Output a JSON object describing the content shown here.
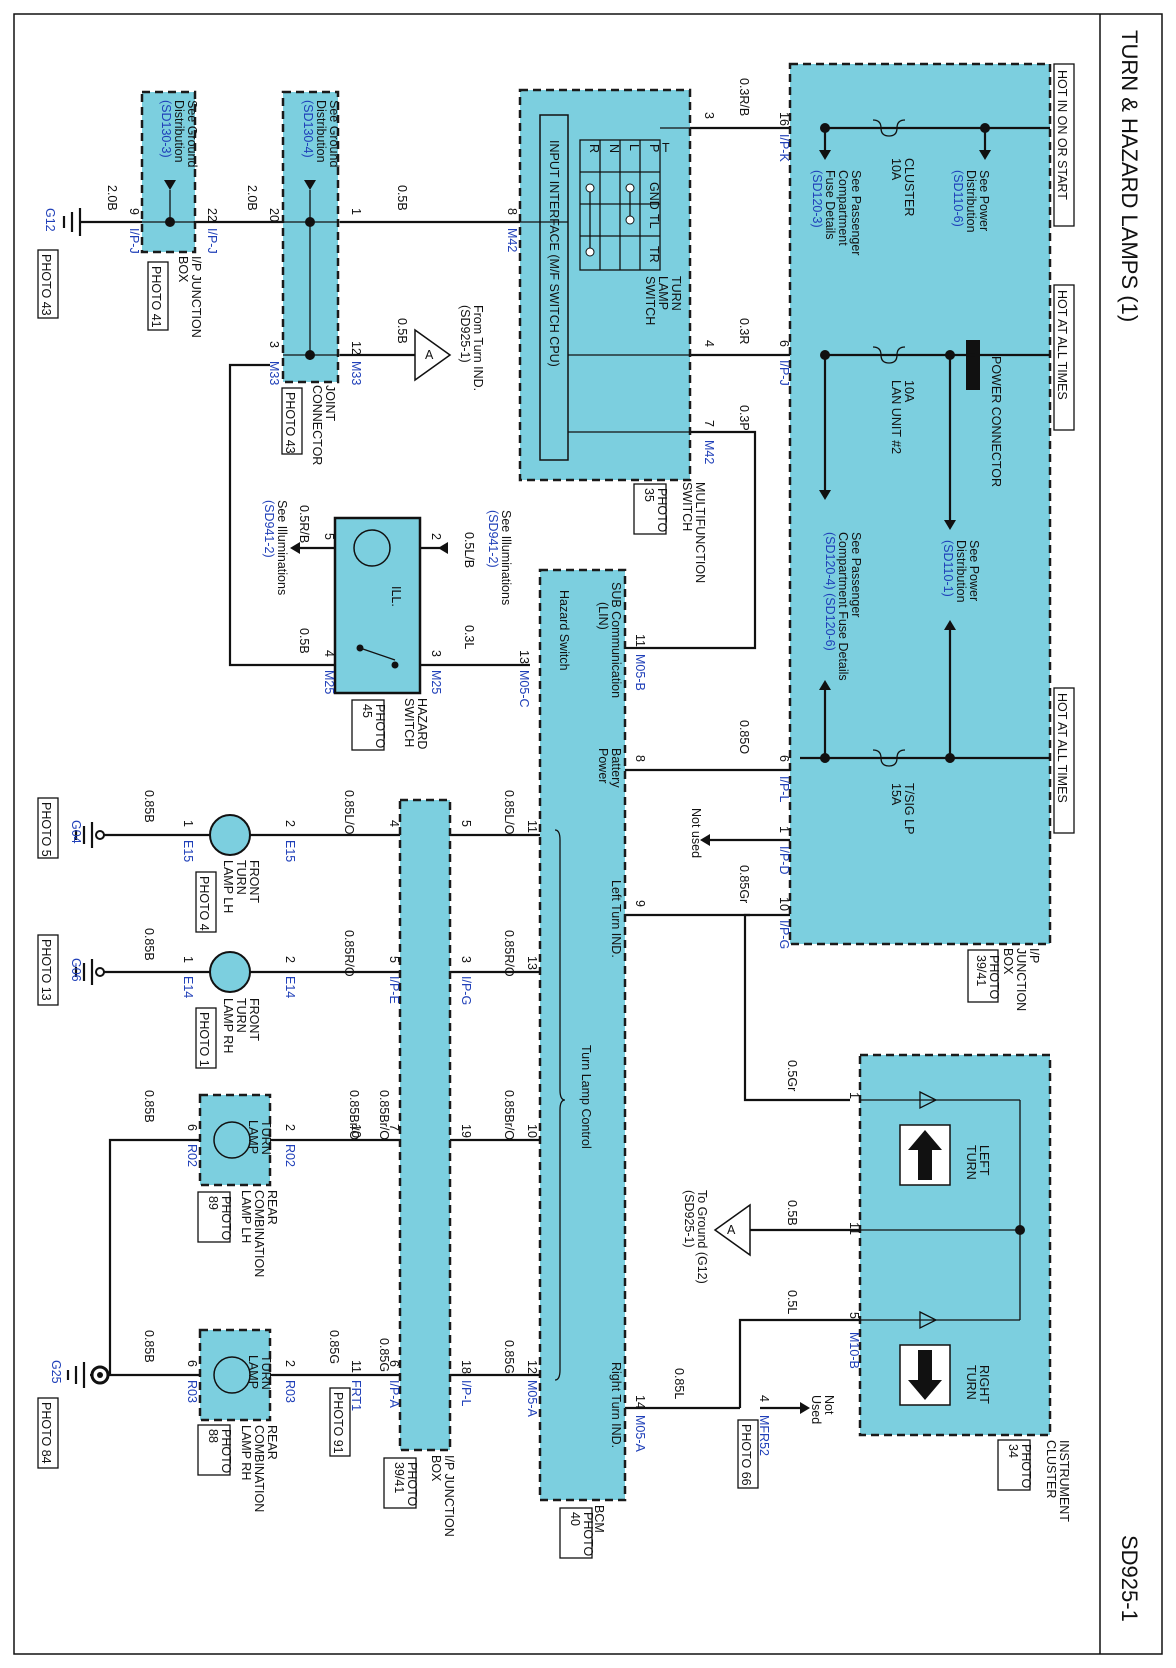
{
  "page": {
    "title": "TURN & HAZARD LAMPS (1)",
    "code": "SD925-1"
  },
  "power": {
    "hot_run": "HOT IN ON OR START",
    "hot_always_1": "HOT AT ALL TIMES",
    "hot_always_2": "HOT AT ALL TIMES",
    "power_connector": "POWER CONNECTOR",
    "see_power_1": [
      "See Power",
      "Distribution",
      "(SD110-6)"
    ],
    "see_power_2": [
      "See Power",
      "Distribution",
      "(SD110-1)"
    ],
    "see_passenger_1": [
      "See Passenger",
      "Compartment",
      "Fuse Details",
      "(SD120-3)"
    ],
    "see_passenger_2": [
      "See Passenger",
      "Compartment Fuse Details",
      "(SD120-4) (SD120-6)"
    ]
  },
  "fuses": [
    {
      "name": "CLUSTER",
      "rating": "10A"
    },
    {
      "name": "LAN UNIT #2",
      "rating": "10A"
    },
    {
      "name": "T/SIG LP",
      "rating": "15A"
    }
  ],
  "components": {
    "ipjb": [
      "I/P",
      "JUNCTION",
      "BOX"
    ],
    "ipjb_photo": [
      "PHOTO",
      "39/41"
    ],
    "cluster": [
      "INSTRUMENT",
      "CLUSTER"
    ],
    "cluster_photo": [
      "PHOTO",
      "34"
    ],
    "left_turn": [
      "LEFT",
      "TURN"
    ],
    "right_turn": [
      "RIGHT",
      "TURN"
    ],
    "mfs": [
      "MULTIFUNCTION",
      "SWITCH"
    ],
    "mfs_photo": [
      "PHOTO",
      "35"
    ],
    "turn_lamp_switch": [
      "TURN",
      "LAMP",
      "SWITCH"
    ],
    "input_interface": "INPUT INTERFACE (M/F SWITCH CPU)",
    "switch_table": {
      "headers": [
        "",
        "GND",
        "TL",
        "TR"
      ],
      "rows": [
        "P",
        "L",
        "N",
        "R"
      ],
      "corner": "T"
    },
    "bcm": "BCM",
    "bcm_photo": [
      "PHOTO",
      "40"
    ],
    "bcm_labels": {
      "sub_comm": [
        "SUB Communication",
        "(LIN)"
      ],
      "hazard": "Hazard Switch",
      "battery": [
        "Battery",
        "Power"
      ],
      "left_ind": "Left Turn IND.",
      "control": "Turn Lamp Control",
      "right_ind": "Right Turn IND."
    },
    "hazard_switch": [
      "HAZARD",
      "SWITCH"
    ],
    "hazard_photo": [
      "PHOTO",
      "45"
    ],
    "ill": "ILL.",
    "see_illum_1": [
      "See Illuminations",
      "(SD941-2)"
    ],
    "see_illum_2": [
      "See Illuminations",
      "(SD941-2)"
    ],
    "joint_connector": [
      "JOINT",
      "CONNECTOR"
    ],
    "joint_photo": "PHOTO 43",
    "ipjb_ground_box": [
      "I/P JUNCTION",
      "BOX"
    ],
    "ipjb_ground_photo": "PHOTO 41",
    "see_ground_1": [
      "See Ground",
      "Distribution",
      "(SD130-3)"
    ],
    "see_ground_2": [
      "See Ground",
      "Distribution",
      "(SD130-4)"
    ],
    "from_turn": [
      "From Turn IND.",
      "(SD925-1)"
    ],
    "to_ground": [
      "To Ground (G12)",
      "(SD925-1)"
    ],
    "not_used_1": "Not used",
    "not_used_2": [
      "Not",
      "Used"
    ],
    "ipjb2": [
      "I/P JUNCTION",
      "BOX"
    ],
    "ipjb2_photo": [
      "PHOTO",
      "39/41"
    ],
    "front_lh": [
      "FRONT",
      "TURN",
      "LAMP LH"
    ],
    "front_lh_photo": "PHOTO 4",
    "front_rh": [
      "FRONT",
      "TURN",
      "LAMP RH"
    ],
    "front_rh_photo": "PHOTO 1",
    "rear_lh": [
      "REAR",
      "COMBINATION",
      "LAMP LH"
    ],
    "rear_lh_photo": [
      "PHOTO",
      "89"
    ],
    "rear_rh": [
      "REAR",
      "COMBINATION",
      "LAMP RH"
    ],
    "rear_rh_photo": [
      "PHOTO",
      "88"
    ],
    "turn_lamp": [
      "TURN",
      "LAMP"
    ],
    "mfr52_photo": "PHOTO 66",
    "frt1_photo": "PHOTO 91"
  },
  "wires": {
    "w03rb": "0.3R/B",
    "w03r": "0.3R",
    "w03p": "0.3P",
    "w085o": "0.85O",
    "w085gr": "0.85Gr",
    "w05gr": "0.5Gr",
    "w05b_a": "0.5B",
    "w05l": "0.5L",
    "w085l": "0.85L",
    "w05b_1": "0.5B",
    "w05b_2": "0.5B",
    "w20b_1": "2.0B",
    "w20b_2": "2.0B",
    "w05lb": "0.5L/B",
    "w03l": "0.3L",
    "w05rb": "0.5R/B",
    "w05b_3": "0.5B",
    "w085lo_1": "0.85L/O",
    "w085lo_2": "0.85L/O",
    "w085ro_1": "0.85R/O",
    "w085ro_2": "0.85R/O",
    "w085bro_1": "0.85Br/O",
    "w085bro_2": "0.85Br/O",
    "w085bro_3": "0.85Br/O",
    "w085g_1": "0.85G",
    "w085g_2": "0.85G",
    "w085g_3": "0.85G",
    "w085b_1": "0.85B",
    "w085b_2": "0.85B",
    "w085b_3": "0.85B",
    "w085b_4": "0.85B"
  },
  "connectors": {
    "ipk": "I/P-K",
    "ipj": "I/P-J",
    "ipl": "I/P-L",
    "ipd": "I/P-D",
    "ipg": "I/P-G",
    "m42a": "M42",
    "m42b": "M42",
    "m05b": "M05-B",
    "m05c": "M05-C",
    "m05a_1": "M05-A",
    "m05a_2": "M05-A",
    "m10b": "M10-B",
    "mfr52": "MFR52",
    "m25a": "M25",
    "m25b": "M25",
    "m33a": "M33",
    "m33b": "M33",
    "ipj_g": "I/P-J",
    "ipj_g2": "I/P-J",
    "e15a": "E15",
    "e15b": "E15",
    "e14a": "E14",
    "e14b": "E14",
    "ipe": "I/P-E",
    "ipg2": "I/P-G",
    "ipa": "I/P-A",
    "ipl2": "I/P-L",
    "r02a": "R02",
    "r02b": "R02",
    "r03a": "R03",
    "r03b": "R03",
    "frt1": "FRT1"
  },
  "pins": {
    "p16": "16",
    "p3": "3",
    "p6a": "6",
    "p4": "4",
    "p7": "7",
    "p8a": "8",
    "p6b": "6",
    "p8b": "8",
    "p1a": "1",
    "p10a": "10",
    "p9a": "9",
    "p11a": "11",
    "p13a": "13",
    "p1b": "1",
    "p11b": "11",
    "p5a": "5",
    "p14": "14",
    "p4b": "4",
    "p12a": "12",
    "p3b": "3",
    "p2a": "2",
    "p3c": "3",
    "p5b": "5",
    "p4c": "4",
    "p1c": "1",
    "p20": "20",
    "p22": "22",
    "p9b": "9",
    "b11": "11",
    "b13": "13",
    "b10": "10",
    "b12": "12",
    "j5": "5",
    "j4": "4",
    "j3": "3",
    "j5b": "5",
    "j19": "19",
    "j7": "7",
    "j18": "18",
    "j6": "6",
    "f2a": "2",
    "f1a": "1",
    "f2b": "2",
    "f1b": "1",
    "c10": "10",
    "c11": "11",
    "r2a": "2",
    "r6a": "6",
    "r2b": "2",
    "r6b": "6"
  },
  "grounds": {
    "g12": "G12",
    "g12_photo": "PHOTO 43",
    "g04": "G04",
    "g04_photo": "PHOTO 5",
    "g06": "G06",
    "g06_photo": "PHOTO 13",
    "g25": "G25",
    "g25_photo": "PHOTO 84"
  },
  "colors": {
    "component_fill": "#7ccfdf",
    "connector_label": "#1f3fb8",
    "wire": "#111111"
  }
}
